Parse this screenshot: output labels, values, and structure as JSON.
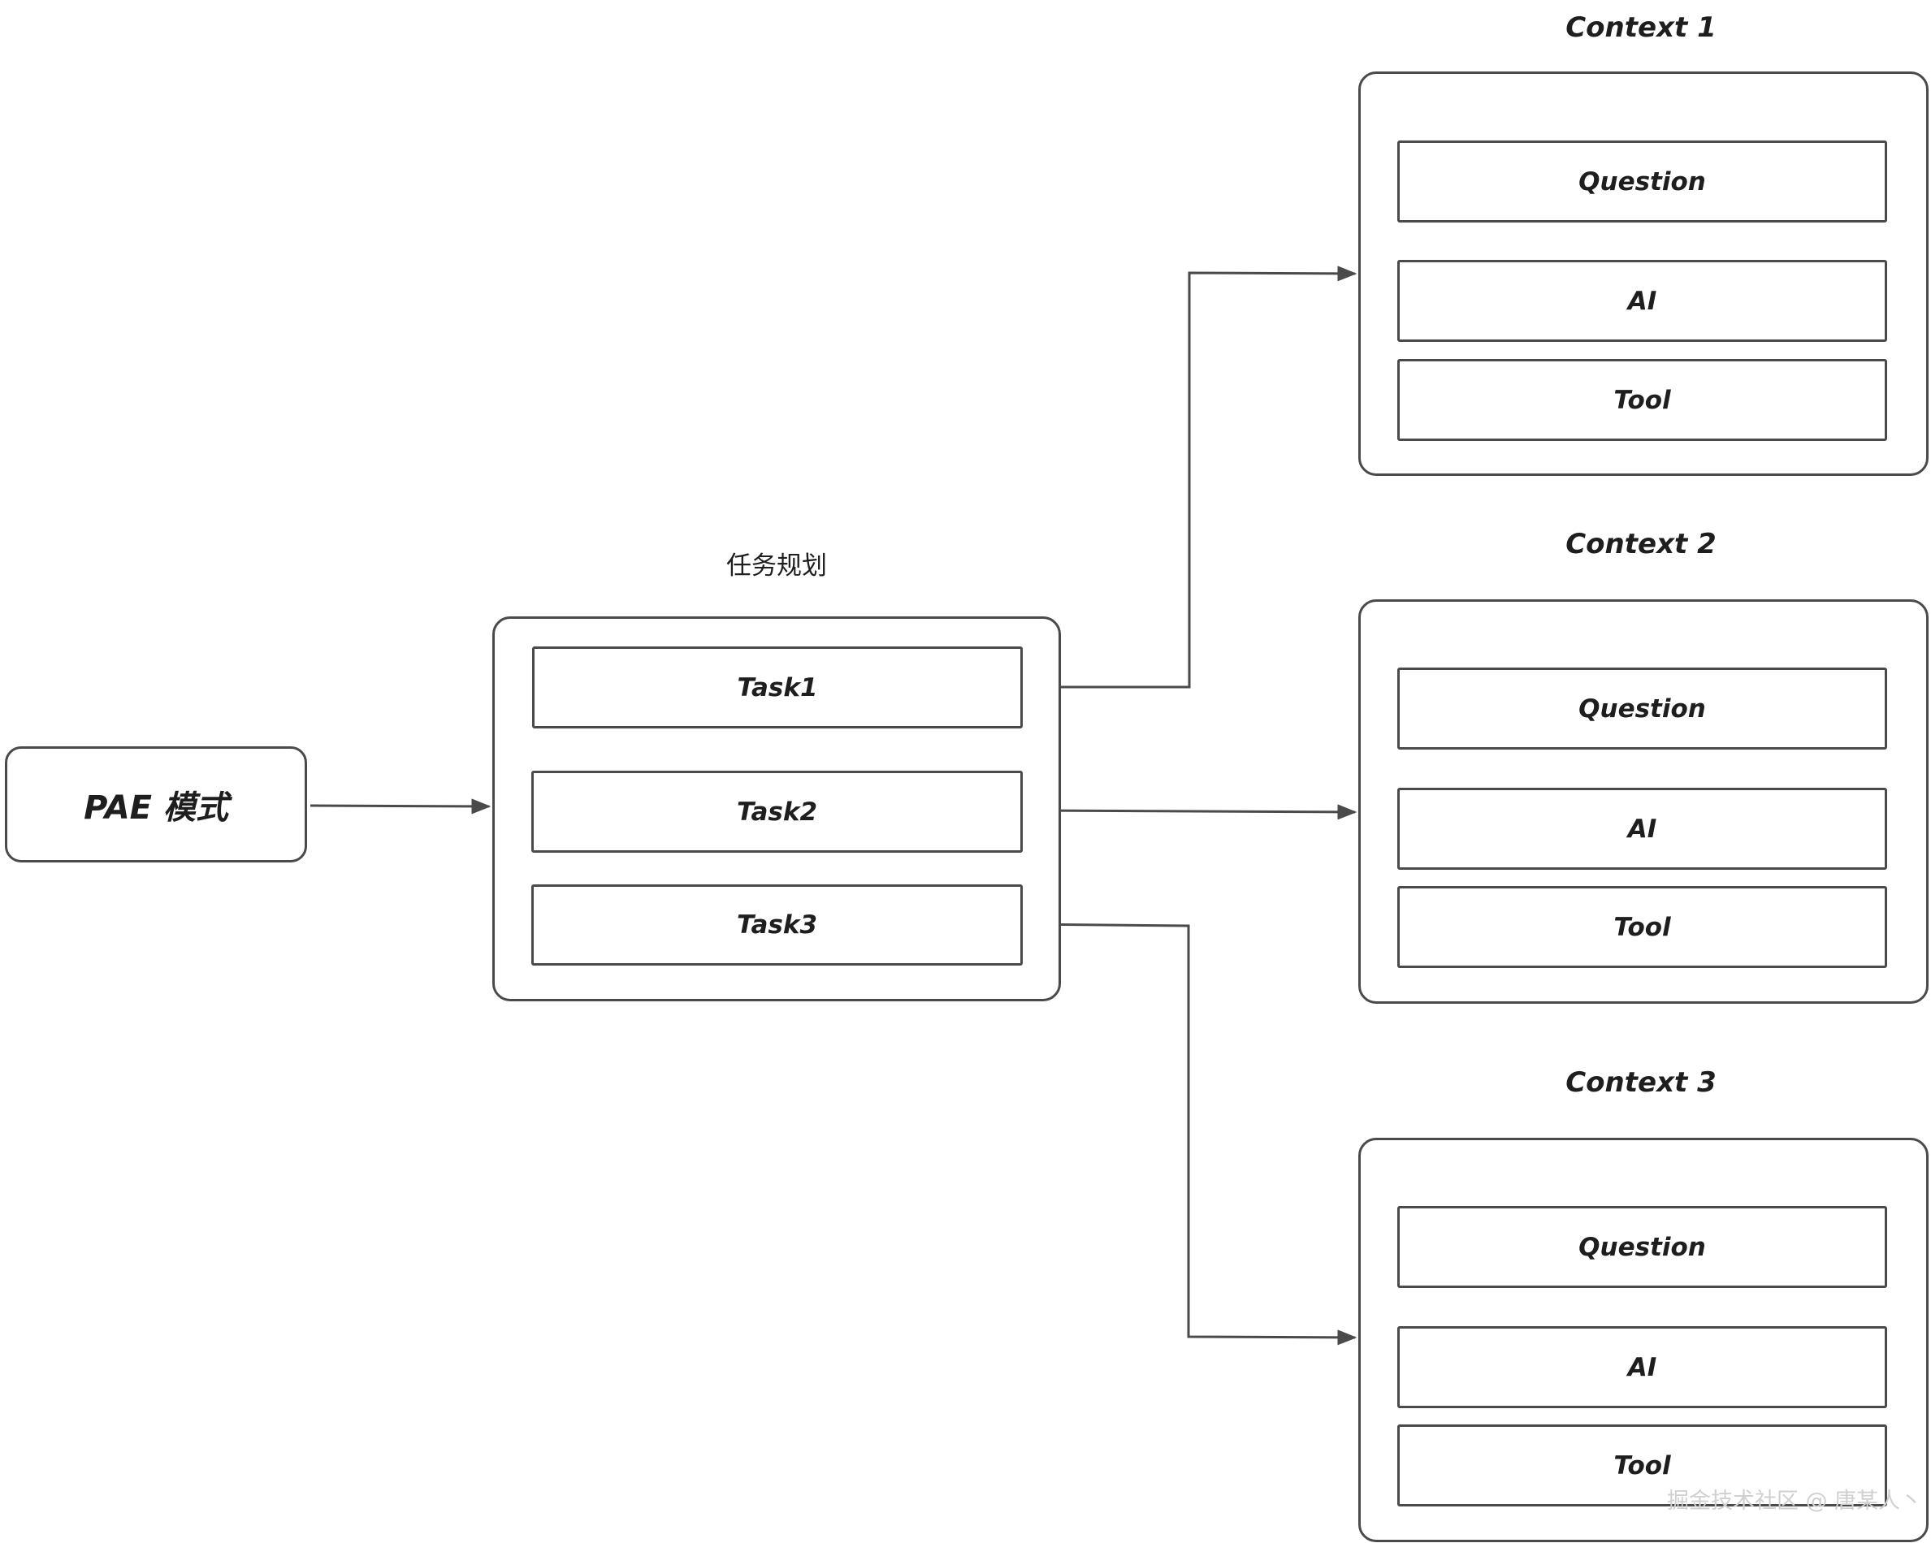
{
  "entry": {
    "label": "PAE 模式"
  },
  "planner": {
    "title": "任务规划",
    "tasks": [
      "Task1",
      "Task2",
      "Task3"
    ]
  },
  "contexts": [
    {
      "title": "Context 1",
      "items": [
        "Question",
        "AI",
        "Tool"
      ]
    },
    {
      "title": "Context 2",
      "items": [
        "Question",
        "AI",
        "Tool"
      ]
    },
    {
      "title": "Context 3",
      "items": [
        "Question",
        "AI",
        "Tool"
      ]
    }
  ],
  "watermark": "掘金技术社区 @ 唐某人丶"
}
